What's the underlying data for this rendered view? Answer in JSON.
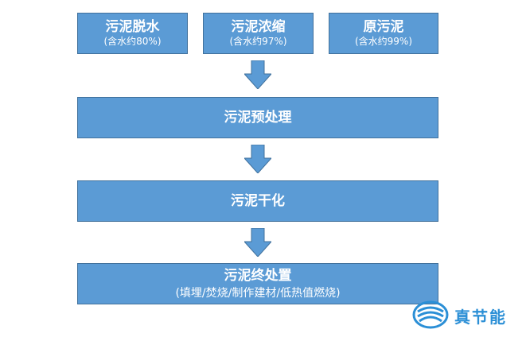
{
  "diagram": {
    "sources": [
      {
        "title": "污泥脱水",
        "subtitle": "(含水约80%)"
      },
      {
        "title": "污泥浓缩",
        "subtitle": "(含水约97%)"
      },
      {
        "title": "原污泥",
        "subtitle": "(含水约99%)"
      }
    ],
    "steps": [
      {
        "title": "污泥预处理"
      },
      {
        "title": "污泥干化"
      },
      {
        "title": "污泥终处置",
        "subtitle": "(填埋/焚烧/制作建材/低热值燃烧)"
      }
    ]
  },
  "logo": {
    "text": "真节能"
  },
  "colors": {
    "box_fill": "#5b9bd5",
    "box_border": "#41719c",
    "logo": "#2b8fd6"
  }
}
